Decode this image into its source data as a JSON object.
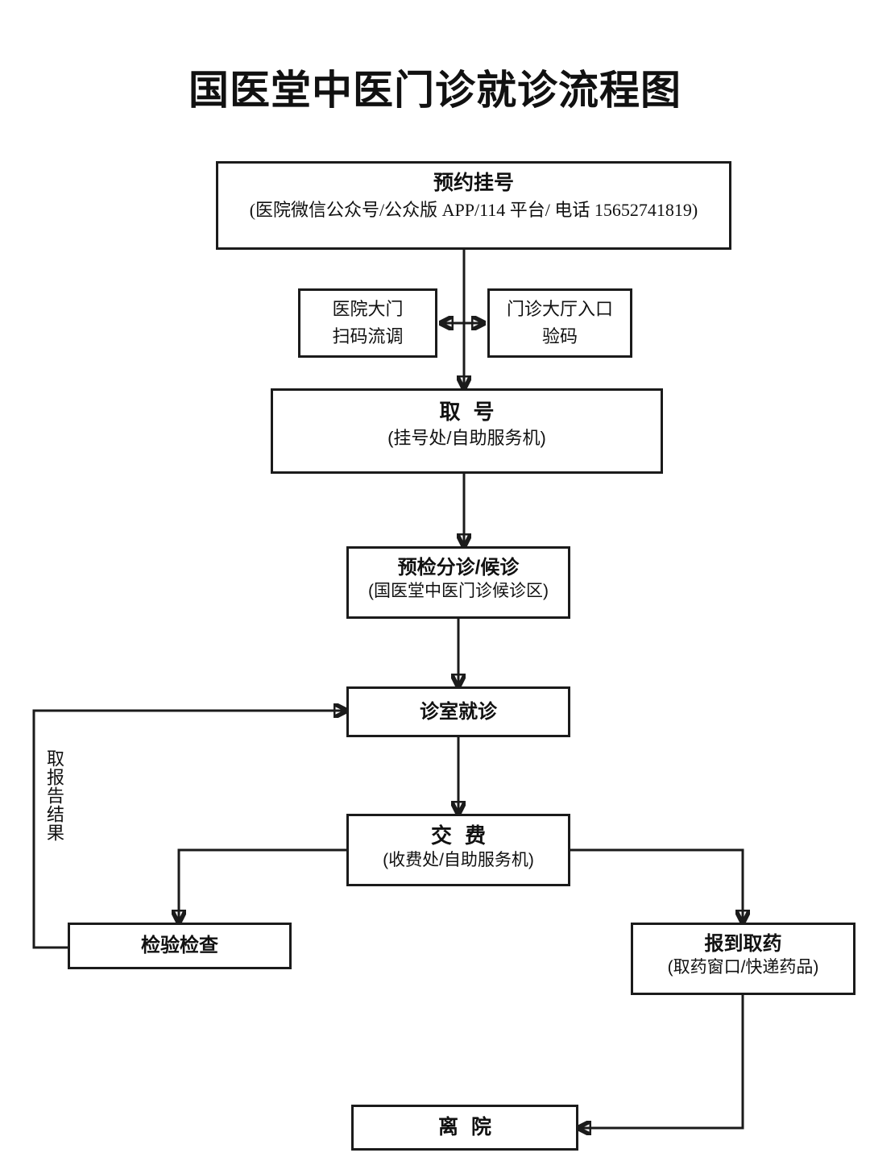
{
  "document": {
    "title": "国医堂中医门诊就诊流程图"
  },
  "chart_data": {
    "type": "diagram",
    "diagram_kind": "flowchart",
    "title": "国医堂中医门诊就诊流程图",
    "orientation": "top-to-bottom",
    "nodes": [
      {
        "id": "appointment",
        "title": "预约挂号",
        "subtitle": "(医院微信公众号/公众版 APP/114 平台/ 电话 15652741819)"
      },
      {
        "id": "gate",
        "line1": "医院大门",
        "line2": "扫码流调"
      },
      {
        "id": "lobby",
        "line1": "门诊大厅入口",
        "line2": "验码"
      },
      {
        "id": "ticket",
        "title": "取号",
        "subtitle": "(挂号处/自助服务机)"
      },
      {
        "id": "triage",
        "title": "预检分诊/候诊",
        "subtitle": "(国医堂中医门诊候诊区)"
      },
      {
        "id": "consult",
        "title": "诊室就诊"
      },
      {
        "id": "payment",
        "title": "交费",
        "subtitle": "(收费处/自助服务机)"
      },
      {
        "id": "exam",
        "title": "检验检查"
      },
      {
        "id": "pharmacy",
        "title": "报到取药",
        "subtitle": "(取药窗口/快递药品)"
      },
      {
        "id": "leave",
        "title": "离院"
      }
    ],
    "edges": [
      {
        "from": "appointment",
        "to": "ticket",
        "label": ""
      },
      {
        "from": "gate",
        "to": "lobby",
        "label": "",
        "bidirectional": true
      },
      {
        "from": "ticket",
        "to": "triage",
        "label": ""
      },
      {
        "from": "triage",
        "to": "consult",
        "label": ""
      },
      {
        "from": "consult",
        "to": "payment",
        "label": ""
      },
      {
        "from": "payment",
        "to": "exam",
        "label": ""
      },
      {
        "from": "exam",
        "to": "consult",
        "label": "取报告结果"
      },
      {
        "from": "payment",
        "to": "pharmacy",
        "label": ""
      },
      {
        "from": "pharmacy",
        "to": "leave",
        "label": ""
      }
    ],
    "edge_labels": [
      {
        "id": "report-result",
        "text": "取报告结果",
        "orientation": "vertical"
      }
    ],
    "colors": {
      "stroke": "#1b1b1b",
      "background": "#ffffff",
      "text": "#111111"
    }
  }
}
